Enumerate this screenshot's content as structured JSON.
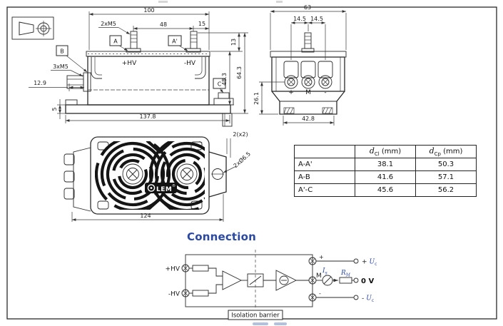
{
  "front_view": {
    "dim_width_top": "100",
    "dim_stud_spacing": "48",
    "dim_stud_edge": "15",
    "label_studs": "2xM5",
    "label_a": "A",
    "label_a_prime": "A'",
    "label_b": "B",
    "label_c": "C",
    "label_connector": "3xM5",
    "dim_connector_offset": "12.9",
    "dim_foot": "5",
    "terminal_pos": "+HV",
    "terminal_neg": "-HV",
    "dim_overall_width": "137.8",
    "dim_stud_height": "13",
    "dim_body_height": "48.3",
    "dim_overall_height": "64.3"
  },
  "side_view": {
    "dim_width": "63",
    "dim_pitch_left": "14.5",
    "dim_pitch_right": "14.5",
    "dim_height": "26.1",
    "dim_base": "42.8",
    "terminal_plus": "+",
    "terminal_m": "M",
    "terminal_minus": "-"
  },
  "bottom_view": {
    "dim_width": "124",
    "dim_tab": "2(x2)",
    "dim_holes": "2xØ6.5",
    "logo_text": "LEM",
    "logo_reg": "®"
  },
  "distance_table": {
    "headers": [
      {
        "symbol": "d",
        "subscript": "Cl",
        "unit": "(mm)"
      },
      {
        "symbol": "d",
        "subscript": "Cp",
        "unit": "(mm)"
      }
    ],
    "rows": [
      {
        "pair": "A-A'",
        "d_cl": "38.1",
        "d_cp": "50.3"
      },
      {
        "pair": "A-B",
        "d_cl": "41.6",
        "d_cp": "57.1"
      },
      {
        "pair": "A'-C",
        "d_cl": "45.6",
        "d_cp": "56.2"
      }
    ]
  },
  "connection": {
    "title": "Connection",
    "input_pos": "+HV",
    "input_neg": "-HV",
    "terminal_plus": "+",
    "terminal_m": "M",
    "terminal_minus": "-",
    "current_symbol": "I",
    "current_subscript": "s",
    "resistor_symbol": "R",
    "resistor_subscript": "M",
    "output_pos_sign": "+",
    "output_neg_sign": "-",
    "voltage_symbol": "U",
    "voltage_subscript": "c",
    "output_zero": "0 V",
    "isolation_label": "Isolation barrier"
  },
  "colors": {
    "accent_blue": "#2b49a3",
    "line_dark": "#2a2a2a"
  }
}
